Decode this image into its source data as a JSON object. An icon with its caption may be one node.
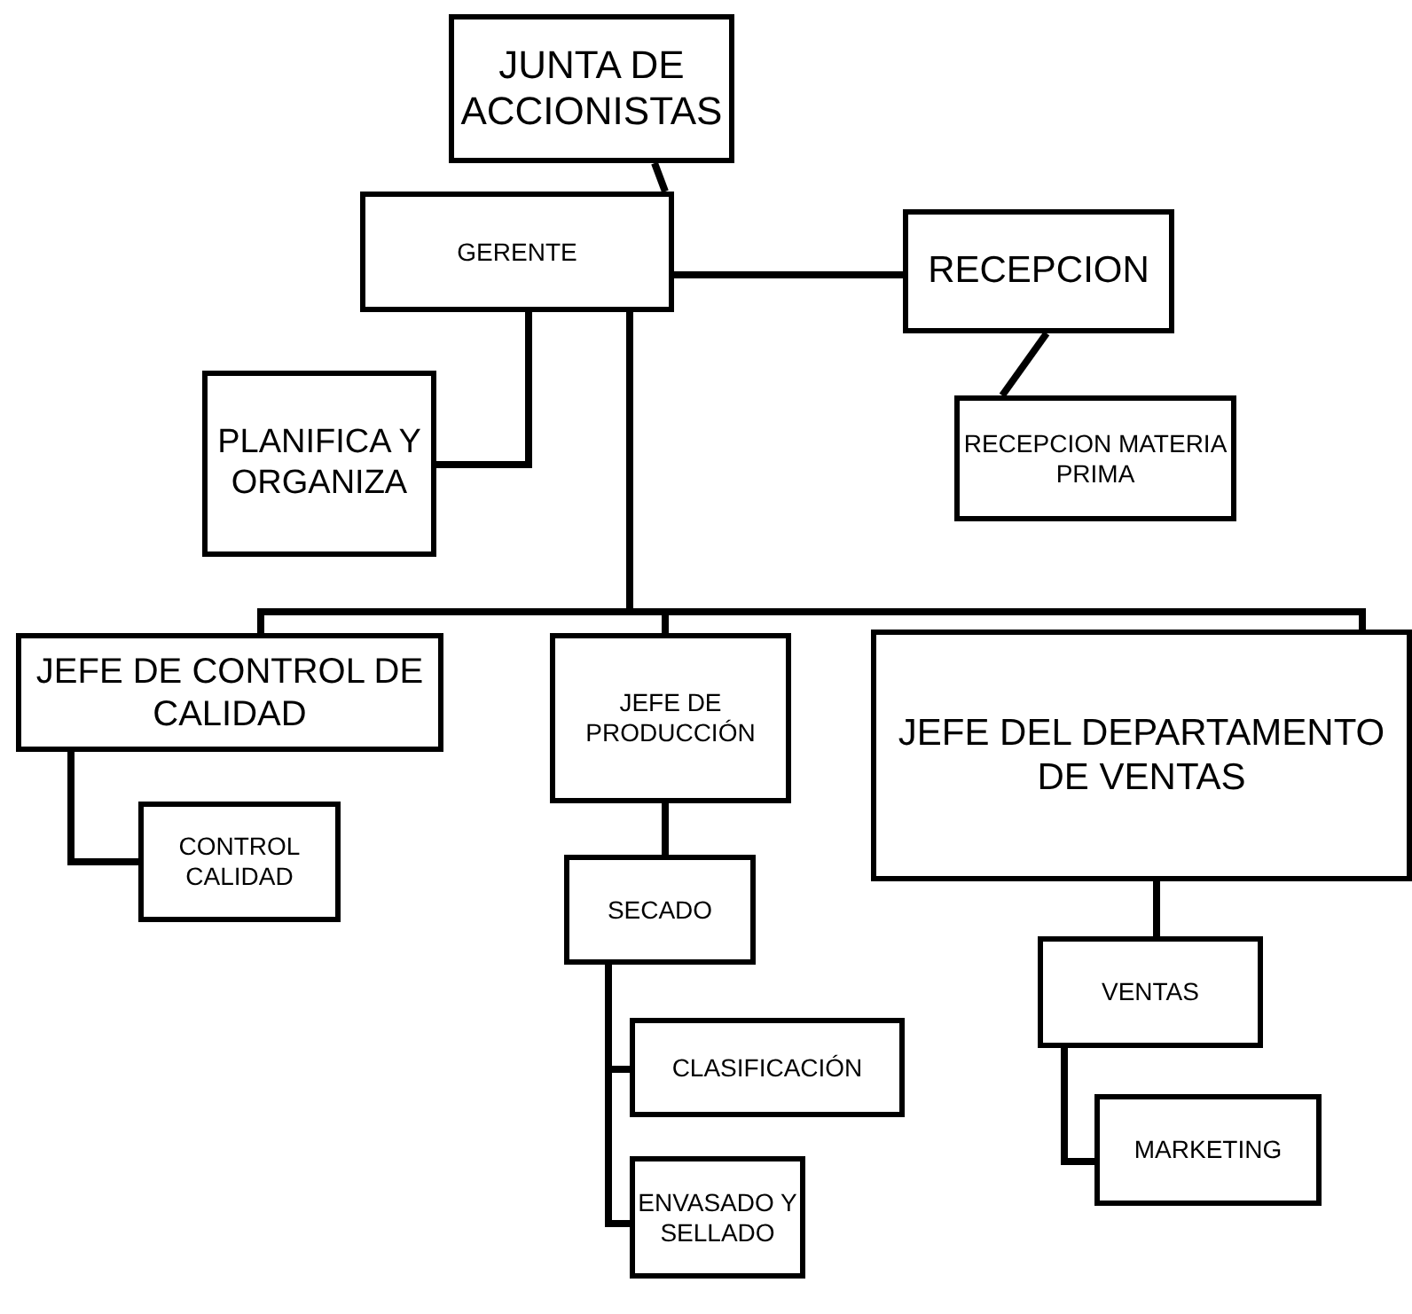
{
  "diagram": {
    "nodes": [
      {
        "text": [
          "JUNTA DE ACCIONISTAS"
        ]
      },
      {
        "text": [
          "GERENTE"
        ]
      },
      {
        "text": [
          "RECEPCION"
        ]
      },
      {
        "text": [
          "PLANIFICA Y ORGANIZA"
        ]
      },
      {
        "text": [
          "RECEPCION MATERIA PRIMA"
        ]
      },
      {
        "text": [
          "JEFE DE CONTROL DE CALIDAD"
        ]
      },
      {
        "text": [
          "CONTROL CALIDAD"
        ]
      },
      {
        "text": [
          "JEFE DE PRODUCCIÓN"
        ]
      },
      {
        "text": [
          "SECADO"
        ]
      },
      {
        "text": [
          "CLASIFICACIÓN"
        ]
      },
      {
        "text": [
          "ENVASADO Y SELLADO"
        ]
      },
      {
        "text": [
          "JEFE DEL DEPARTAMENTO DE VENTAS"
        ]
      },
      {
        "text": [
          "VENTAS"
        ]
      },
      {
        "text": [
          "MARKETING"
        ]
      }
    ],
    "edges": [
      {
        "from": 0,
        "to": 1,
        "arrow": "none"
      },
      {
        "from": 1,
        "to": 2,
        "arrow": "none"
      },
      {
        "from": 1,
        "to": 3,
        "arrow": "none"
      },
      {
        "from": 2,
        "to": 4,
        "arrow": "none"
      },
      {
        "from": 1,
        "to": 5,
        "arrow": "none"
      },
      {
        "from": 1,
        "to": 7,
        "arrow": "none"
      },
      {
        "from": 1,
        "to": 11,
        "arrow": "none"
      },
      {
        "from": 5,
        "to": 6,
        "arrow": "none"
      },
      {
        "from": 7,
        "to": 8,
        "arrow": "none"
      },
      {
        "from": 8,
        "to": 9,
        "arrow": "none"
      },
      {
        "from": 8,
        "to": 10,
        "arrow": "none"
      },
      {
        "from": 11,
        "to": 12,
        "arrow": "none"
      },
      {
        "from": 12,
        "to": 13,
        "arrow": "none"
      }
    ]
  }
}
